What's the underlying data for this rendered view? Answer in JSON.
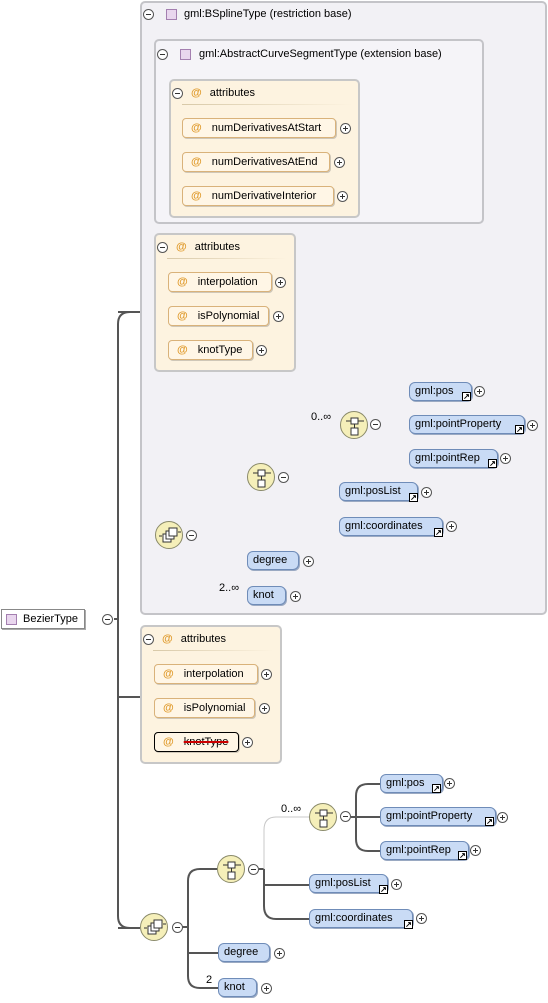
{
  "root": {
    "label": "BezierType"
  },
  "restriction": {
    "base_label": "gml:BSplineType (restriction base)",
    "extension": {
      "label": "gml:AbstractCurveSegmentType (extension base)",
      "attributes_label": "attributes",
      "attributes": [
        "numDerivativesAtStart",
        "numDerivativesAtEnd",
        "numDerivativeInterior"
      ]
    },
    "attributes_label": "attributes",
    "attributes": [
      "interpolation",
      "isPolynomial",
      "knotType"
    ],
    "choice_cardinality": "0..∞",
    "choice_elements": [
      "gml:pos",
      "gml:pointProperty",
      "gml:pointRep"
    ],
    "seq_elements": [
      "gml:posList",
      "gml:coordinates"
    ],
    "degree_label": "degree",
    "knot_label": "knot",
    "knot_cardinality": "2..∞"
  },
  "own": {
    "attributes_label": "attributes",
    "attributes": [
      "interpolation",
      "isPolynomial",
      "knotType"
    ],
    "prohibited_attribute": "knotType",
    "choice_cardinality": "0..∞",
    "choice_elements": [
      "gml:pos",
      "gml:pointProperty",
      "gml:pointRep"
    ],
    "seq_elements": [
      "gml:posList",
      "gml:coordinates"
    ],
    "degree_label": "degree",
    "knot_label": "knot",
    "knot_cardinality": "2"
  },
  "colors": {
    "element_fill": "#c9dbf5",
    "element_border": "#6f8cb8",
    "attribute_fill": "#fff6e6",
    "attribute_border": "#d9b27a",
    "model_group_fill": "#f5efb9",
    "frame_fill": "#f2f1f5",
    "prohibited_strike": "#cc0000"
  },
  "icons": {
    "complex_type": "type-icon",
    "attribute": "at-sign-icon",
    "sequence": "sequence-icon",
    "choice": "choice-icon",
    "all": "all-icon",
    "reference": "reference-arrow-icon",
    "expand": "plus-circle-icon",
    "collapse": "minus-circle-icon"
  }
}
